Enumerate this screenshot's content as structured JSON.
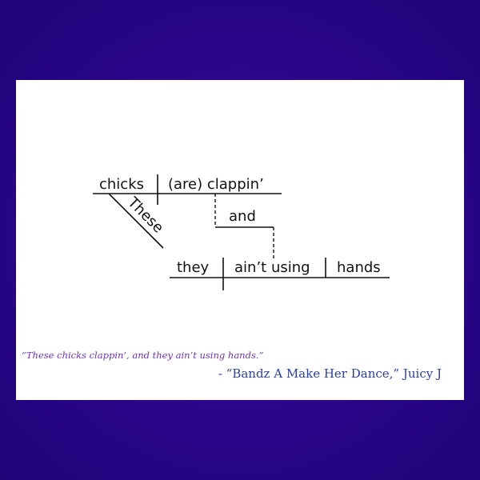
{
  "diagram": {
    "subject": "chicks",
    "verb": "(are) clappin’",
    "modifier": "These",
    "conjunction": "and",
    "subject2": "they",
    "verb2": "ain’t using",
    "object2": "hands"
  },
  "caption": {
    "quote": "“These chicks clappin’, and they ain’t using hands.”",
    "attribution": "- “Bandz A Make Her Dance,” Juicy J"
  },
  "colors": {
    "background": "#2a0689",
    "card": "#ffffff",
    "quote": "#6a32b8",
    "attribution": "#2a3fa8"
  }
}
